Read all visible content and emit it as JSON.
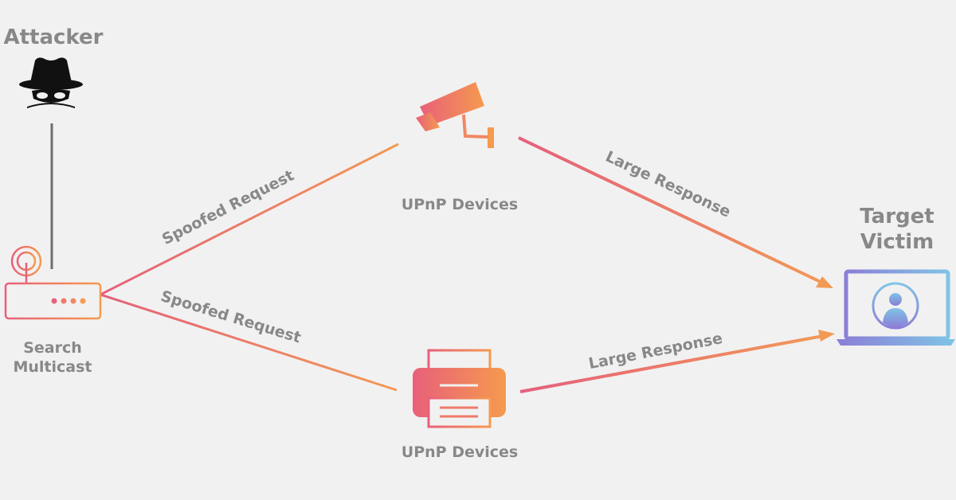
{
  "diagram": {
    "nodes": {
      "attacker": {
        "label": "Attacker",
        "icon": "spy-icon"
      },
      "router": {
        "label_line1": "Search",
        "label_line2": "Multicast",
        "icon": "router-icon"
      },
      "camera": {
        "label": "UPnP Devices",
        "icon": "security-camera-icon"
      },
      "printer": {
        "label": "UPnP Devices",
        "icon": "printer-icon"
      },
      "victim": {
        "label_line1": "Target",
        "label_line2": "Victim",
        "icon": "laptop-user-icon"
      }
    },
    "edges": {
      "request_top": "Spoofed Request",
      "request_bottom": "Spoofed Request",
      "response_top": "Large Response",
      "response_bottom": "Large Response"
    }
  },
  "colors": {
    "text": "#888888",
    "gradient_start": "#e8607a",
    "gradient_end": "#f59a4e",
    "victim_gradient_start": "#8b7fd6",
    "victim_gradient_end": "#7fc4e6",
    "icon_dark": "#111111"
  }
}
